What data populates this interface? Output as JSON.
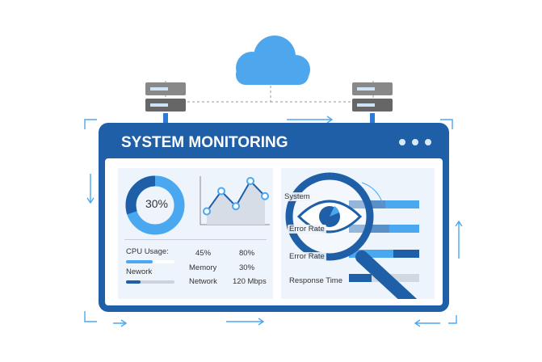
{
  "window": {
    "title": "SYSTEM MONITORING",
    "colors": {
      "primary": "#1f5fa8",
      "accent": "#4aa8f0",
      "panel": "#eef4fb"
    }
  },
  "left_panel": {
    "donut": {
      "label": "30%",
      "value_percent": 30
    },
    "line_chart": {
      "values": [
        1,
        3,
        1.5,
        4,
        2.5
      ]
    },
    "stats": {
      "cpu_label": "CPU Usage:",
      "cpu_value": "45%",
      "cpu_value2": "80%",
      "cpu_bar_percent": 55,
      "network_label": "Nework",
      "network_bar_percent": 30,
      "memory_label": "Memory",
      "memory_value": "30%",
      "network_label2": "Network",
      "network_value": "120 Mbps"
    }
  },
  "right_panel": {
    "rows": [
      {
        "label": "System"
      },
      {
        "label": "Error Rate"
      },
      {
        "label": "Error Rate"
      },
      {
        "label": "Response Time"
      }
    ],
    "icon": "magnifier-eye-icon"
  },
  "icons": {
    "cloud": "cloud-icon",
    "server": "server-icon"
  }
}
